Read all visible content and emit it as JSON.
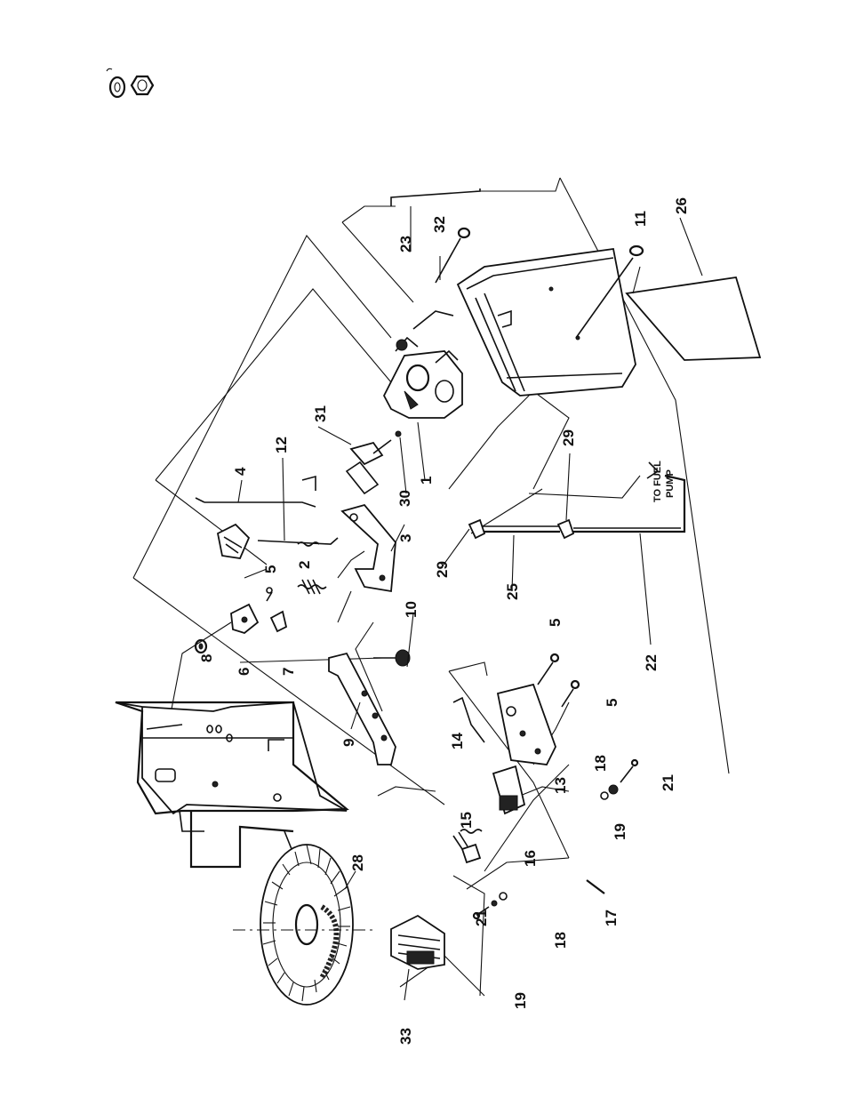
{
  "callouts": [
    {
      "id": "c1",
      "text": "1"
    },
    {
      "id": "c2",
      "text": "2"
    },
    {
      "id": "c3",
      "text": "3"
    },
    {
      "id": "c4",
      "text": "4"
    },
    {
      "id": "c5a",
      "text": "5"
    },
    {
      "id": "c5b",
      "text": "5"
    },
    {
      "id": "c5c",
      "text": "5"
    },
    {
      "id": "c6",
      "text": "6"
    },
    {
      "id": "c7",
      "text": "7"
    },
    {
      "id": "c8",
      "text": "8"
    },
    {
      "id": "c9",
      "text": "9"
    },
    {
      "id": "c10",
      "text": "10"
    },
    {
      "id": "c11",
      "text": "11"
    },
    {
      "id": "c12",
      "text": "12"
    },
    {
      "id": "c13",
      "text": "13"
    },
    {
      "id": "c14",
      "text": "14"
    },
    {
      "id": "c15",
      "text": "15"
    },
    {
      "id": "c16",
      "text": "16"
    },
    {
      "id": "c17",
      "text": "17"
    },
    {
      "id": "c18a",
      "text": "18"
    },
    {
      "id": "c18b",
      "text": "18"
    },
    {
      "id": "c19a",
      "text": "19"
    },
    {
      "id": "c19b",
      "text": "19"
    },
    {
      "id": "c21a",
      "text": "21"
    },
    {
      "id": "c21b",
      "text": "21"
    },
    {
      "id": "c22",
      "text": "22"
    },
    {
      "id": "c23",
      "text": "23"
    },
    {
      "id": "c25",
      "text": "25"
    },
    {
      "id": "c26",
      "text": "26"
    },
    {
      "id": "c28",
      "text": "28"
    },
    {
      "id": "c29a",
      "text": "29"
    },
    {
      "id": "c29b",
      "text": "29"
    },
    {
      "id": "c30",
      "text": "30"
    },
    {
      "id": "c31",
      "text": "31"
    },
    {
      "id": "c32",
      "text": "32"
    },
    {
      "id": "c33",
      "text": "33"
    }
  ],
  "annotations": {
    "fuel_line_1": "TO FUEL",
    "fuel_line_2": "PUMP"
  }
}
